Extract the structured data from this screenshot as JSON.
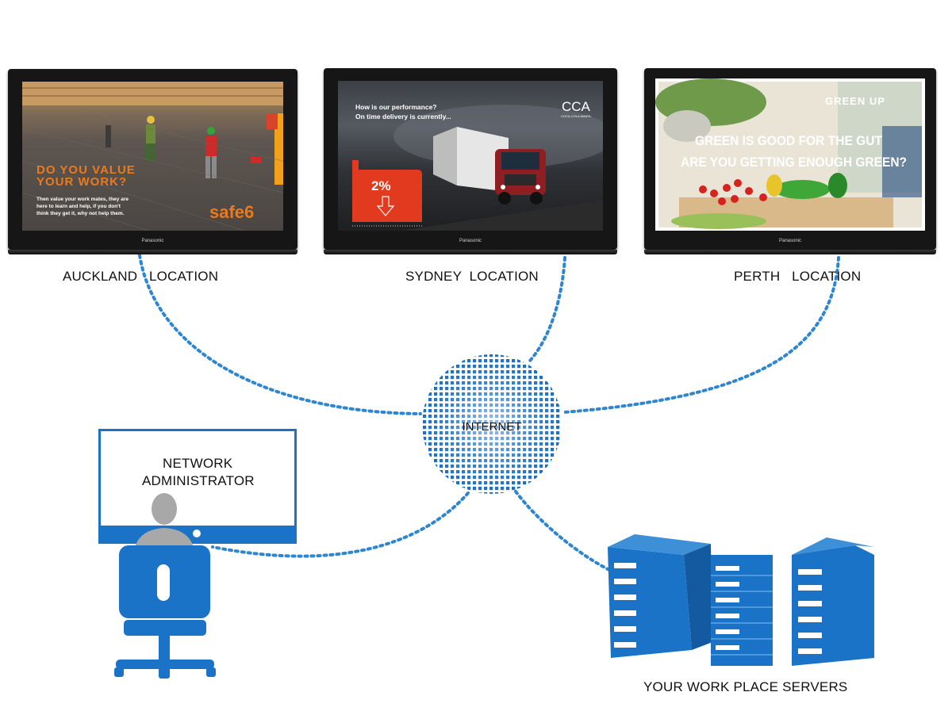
{
  "locations": [
    {
      "label": "AUCKLAND   LOCATION"
    },
    {
      "label": "SYDNEY  LOCATION"
    },
    {
      "label": "PERTH   LOCATION"
    }
  ],
  "internet_label": "INTERNET",
  "admin_label_line1": "NETWORK",
  "admin_label_line2": "ADMINISTRATOR",
  "servers_label": "YOUR WORK PLACE SERVERS",
  "tv_brand": "Panasonic",
  "screens": {
    "auckland": {
      "headline_1": "DO YOU VALUE",
      "headline_2": "YOUR WORK?",
      "body_1": "Then value your work mates, they are",
      "body_2": "here to learn and help, if you don't",
      "body_3": "think they get it, why not help them.",
      "logo": "safe6"
    },
    "sydney": {
      "question_1": "How is our performance?",
      "question_2": "On time delivery is currently...",
      "logo": "CCA",
      "logo_sub": "COCA-COLA AMATIL",
      "stat": "2%"
    },
    "perth": {
      "tag": "GREEN UP",
      "line_1": "GREEN IS GOOD FOR THE GUT",
      "line_2": "ARE YOU GETTING ENOUGH GREEN?"
    }
  },
  "colors": {
    "accent_blue": "#1a73c6",
    "dotted_line": "#2f86d0",
    "orange": "#e8731a",
    "red": "#e23a1e"
  }
}
